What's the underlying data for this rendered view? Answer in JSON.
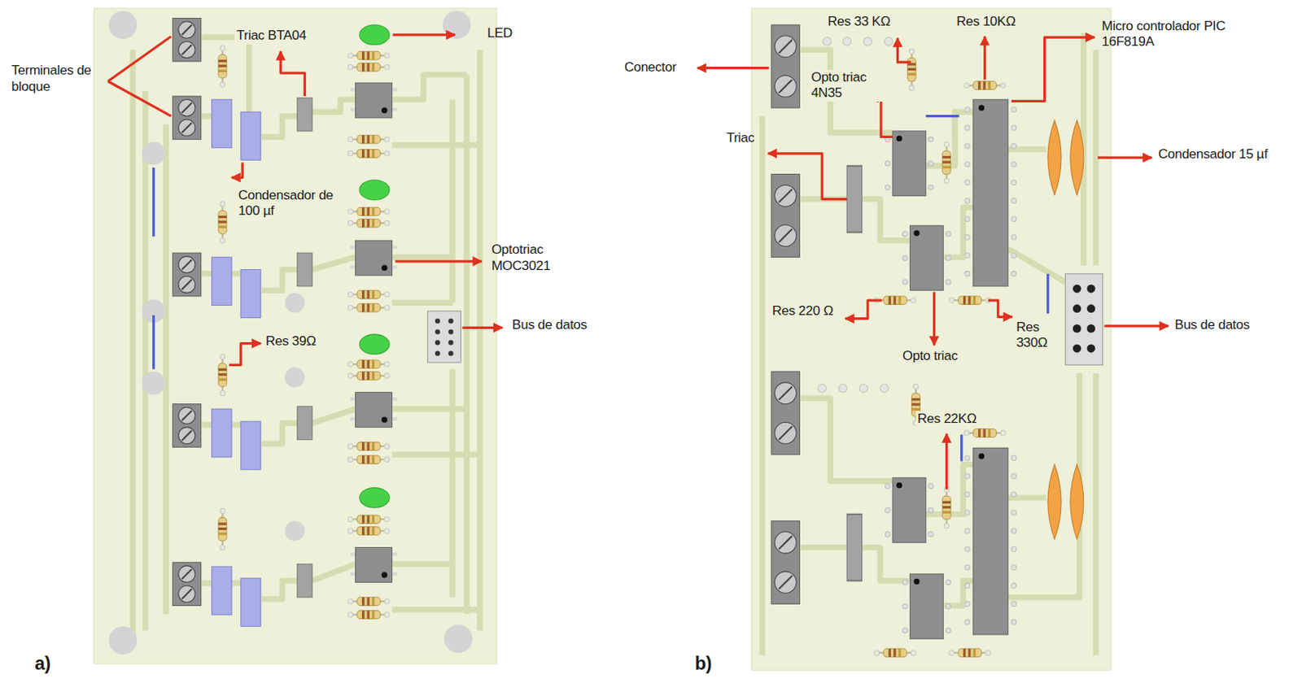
{
  "diagram": {
    "labels": [
      "Terminales de bloque",
      "Triac BTA04",
      "LED",
      "Condensador de 100 µf",
      "Optotriac MOC3021",
      "Res 39Ω",
      "Bus de datos",
      "a)",
      "Conector",
      "Res 33 KΩ",
      "Res 10KΩ",
      "Micro controlador PIC 16F819A",
      "Opto triac 4N35",
      "Triac",
      "Condensador 15 µf",
      "Res 220 Ω",
      "Res 330Ω",
      "Bus de datos",
      "Opto triac",
      "Res 22KΩ",
      "b)"
    ]
  }
}
